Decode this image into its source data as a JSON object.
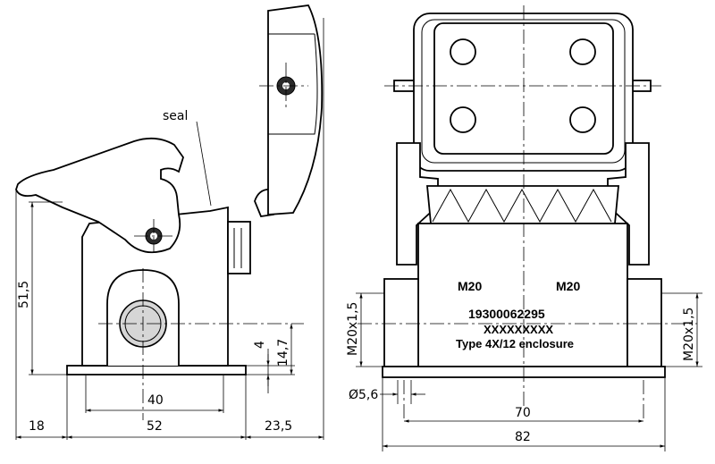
{
  "labels": {
    "seal": "seal",
    "dim_18": "18",
    "dim_52": "52",
    "dim_40": "40",
    "dim_23_5": "23,5",
    "dim_51_5": "51,5",
    "dim_4": "4",
    "dim_14_7": "14,7",
    "dim_hole": "Ø5,6",
    "dim_70": "70",
    "dim_82": "82",
    "thread_left": "M20x1,5",
    "thread_right": "M20x1,5"
  },
  "marking": {
    "port_left": "M20",
    "port_right": "M20",
    "part_number": "19300062295",
    "code": "XXXXXXXXX",
    "rating": "Type 4X/12 enclosure"
  }
}
